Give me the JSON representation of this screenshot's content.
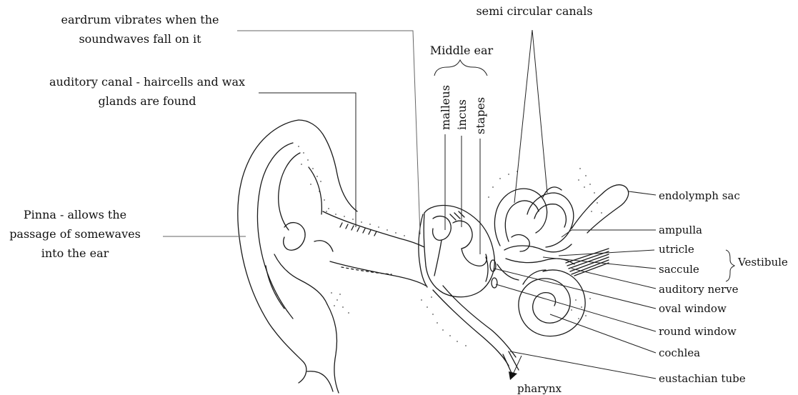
{
  "title": "",
  "labels": {
    "eardrum_line1": "eardrum vibrates when the",
    "eardrum_line2": "soundwaves fall on it",
    "canal_line1": "auditory canal - haircells and wax",
    "canal_line2": "glands are found",
    "pinna_line1": "Pinna - allows the",
    "pinna_line2": "passage of somewaves",
    "pinna_line3": "into  the ear",
    "middle_ear": "Middle ear",
    "malleus": "malleus",
    "incus": "incus",
    "stapes": "stapes",
    "semicircular": "semi circular canals",
    "endolymph": "endolymph sac",
    "ampulla": "ampulla",
    "utricle": "utricle",
    "saccule": "saccule",
    "vestibule": "Vestibule",
    "auditory_nerve": "auditory nerve",
    "oval_window": "oval window",
    "round_window": "round window",
    "cochlea": "cochlea",
    "eustachian": "eustachian tube",
    "pharynx": "pharynx"
  }
}
